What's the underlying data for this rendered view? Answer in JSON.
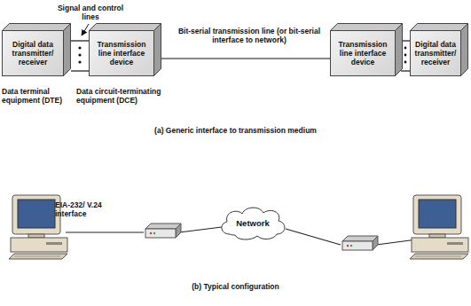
{
  "diagram": {
    "nodes": [
      {
        "text": [
          "Digital data transmitter/ receiver"
        ]
      },
      {
        "text": [
          "Transmission line interface device"
        ]
      },
      {
        "text": [
          "Transmission line interface device"
        ]
      },
      {
        "text": [
          "Digital data transmitter/ receiver"
        ]
      },
      {
        "text": [
          "Network"
        ]
      }
    ],
    "edges": [
      {
        "from": 0,
        "to": 1,
        "arrow": "none"
      },
      {
        "from": 1,
        "to": 2,
        "arrow": "none"
      },
      {
        "from": 2,
        "to": 3,
        "arrow": "none"
      }
    ],
    "labels": [
      "Signal and control lines",
      "Bit-serial transmission line (or bit-serial interface to network)",
      "Data terminal equipment (DTE)",
      "Data circuit-terminating equipment (DCE)",
      "(a) Generic interface to transmission medium",
      "EIA-232/ V.24 interface",
      "(b) Typical configuration"
    ]
  }
}
